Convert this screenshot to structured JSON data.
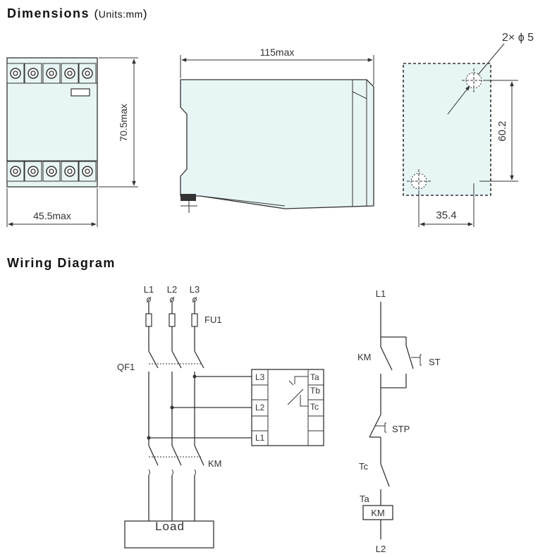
{
  "dimensions": {
    "title": "Dimensions",
    "units_open": "(",
    "units_text": "Units:mm",
    "units_close": ")",
    "front_height": "70.5max",
    "front_width": "45.5max",
    "side_length": "115max",
    "holes": "2× ϕ 5",
    "hole_vertical": "60.2",
    "hole_horizontal": "35.4"
  },
  "wiring": {
    "title": "Wiring Diagram",
    "phases": [
      "L1",
      "L2",
      "L3"
    ],
    "fuse": "FU1",
    "breaker": "QF1",
    "contactor": "KM",
    "load": "Load",
    "relay_inputs": [
      "L3",
      "L2",
      "L1"
    ],
    "relay_outputs": [
      "Ta",
      "Tb",
      "Tc"
    ],
    "control": {
      "top": "L1",
      "km_aux": "KM",
      "start": "ST",
      "stop": "STP",
      "tc": "Tc",
      "ta": "Ta",
      "coil": "KM",
      "bottom": "L2"
    }
  }
}
